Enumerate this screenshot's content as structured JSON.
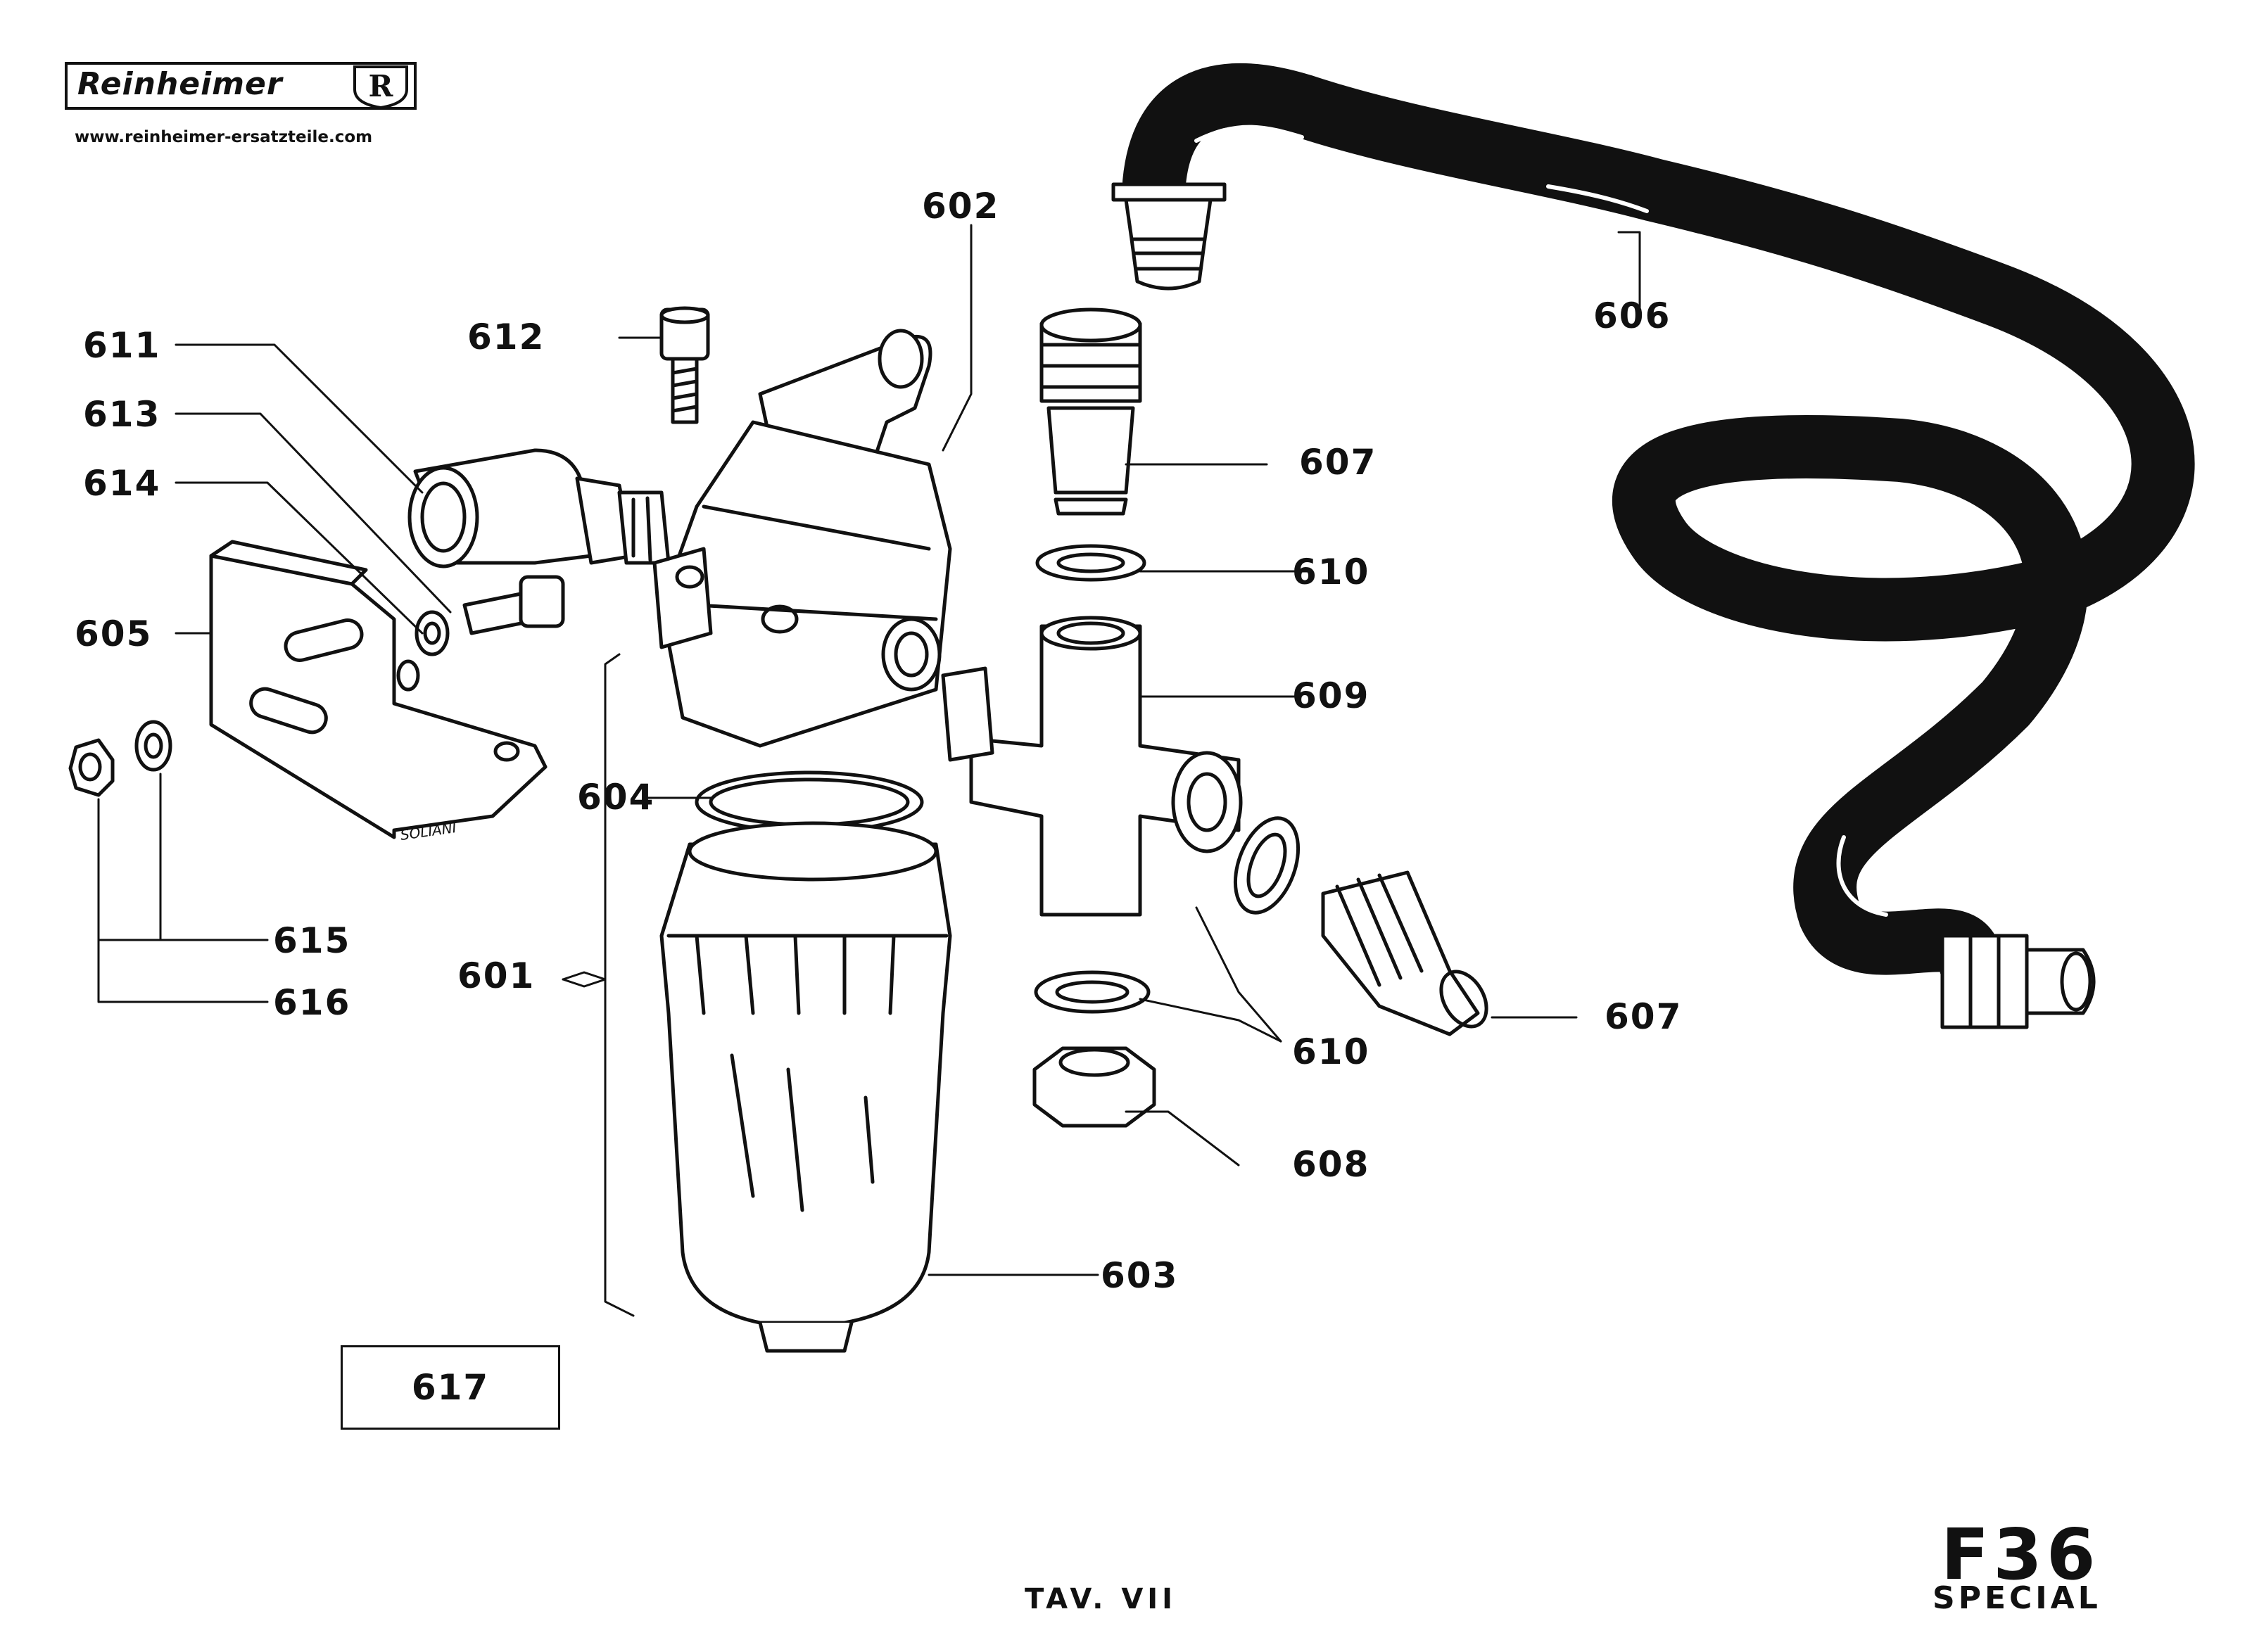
{
  "brand": {
    "name": "Reinheimer",
    "url": "www.reinheimer-ersatzteile.com"
  },
  "parts": {
    "p601": "601",
    "p602": "602",
    "p603": "603",
    "p604": "604",
    "p605": "605",
    "p606": "606",
    "p607a": "607",
    "p607b": "607",
    "p608": "608",
    "p609": "609",
    "p610a": "610",
    "p610b": "610",
    "p611": "611",
    "p612": "612",
    "p613": "613",
    "p614": "614",
    "p615": "615",
    "p616": "616",
    "p617": "617"
  },
  "footer": {
    "plate": "TAV. VII",
    "model": "F36",
    "model_variant": "SPECIAL"
  },
  "bracket_signature": "SOLIANI",
  "colors": {
    "ink": "#111111",
    "paper": "#ffffff"
  }
}
